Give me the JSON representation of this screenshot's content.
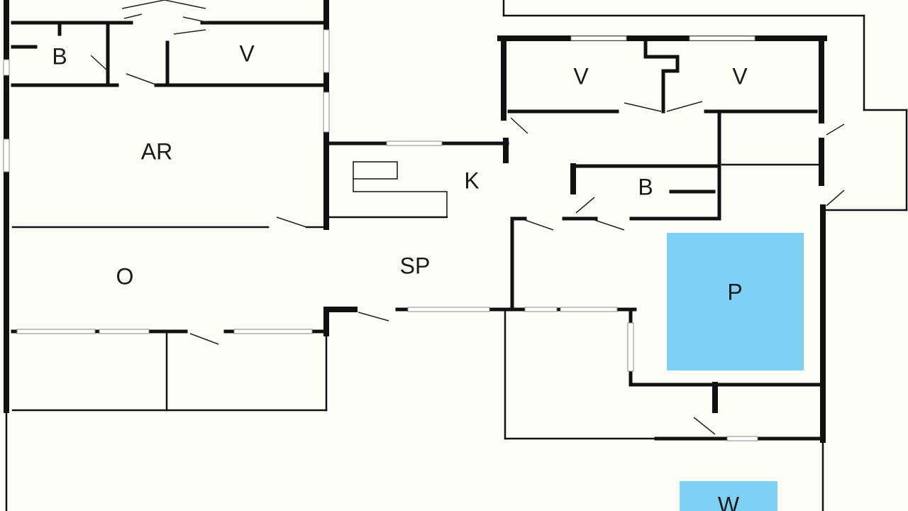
{
  "rooms": {
    "b_top": "B",
    "v_top": "V",
    "ar": "AR",
    "v_right1": "V",
    "v_right2": "V",
    "k": "K",
    "b_mid": "B",
    "sp": "SP",
    "o": "O",
    "p": "P",
    "w": "W"
  },
  "colors": {
    "wall": "#111111",
    "background": "#fdfdf8",
    "pool": "#7fd0f5"
  }
}
